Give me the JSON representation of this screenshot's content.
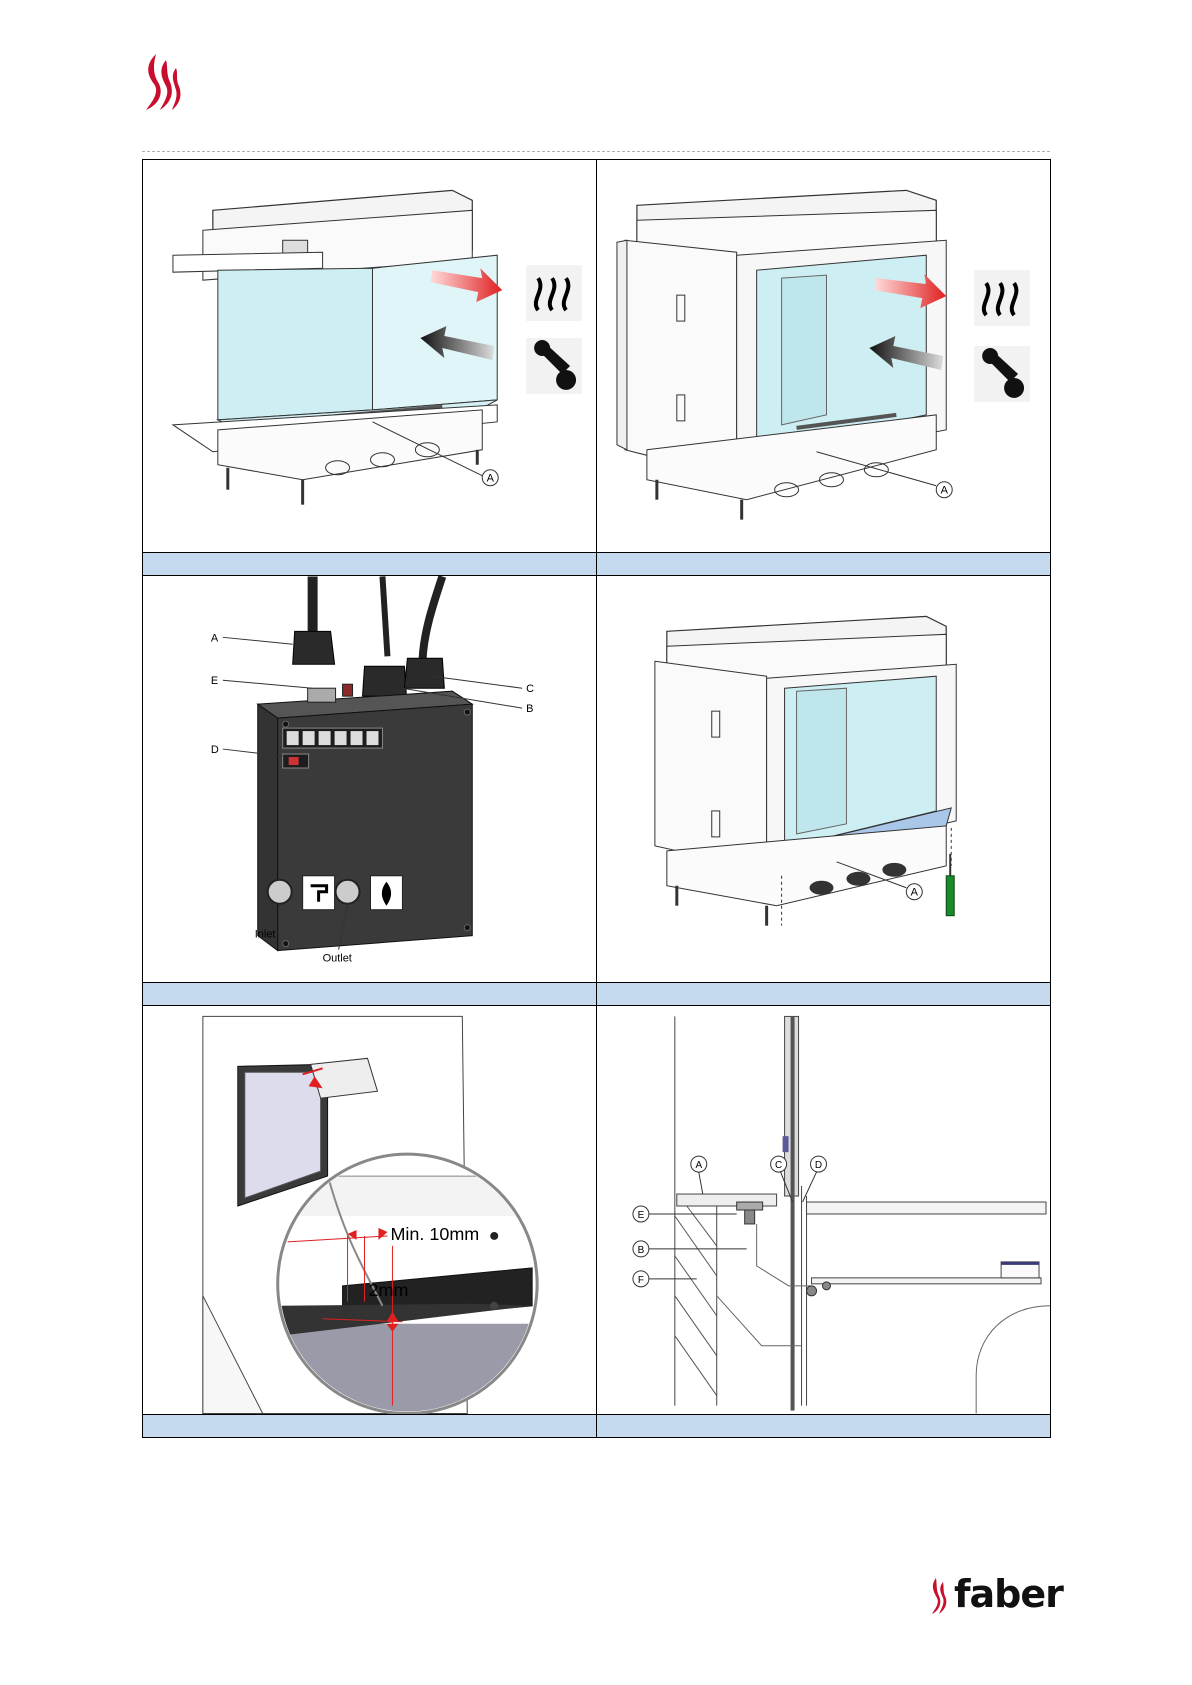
{
  "brand": {
    "name": "faber",
    "accent_color": "#c8102e"
  },
  "figures": {
    "fig1": {
      "label_a": "A",
      "icons": [
        "heat-waves-icon",
        "wrench-icon"
      ]
    },
    "fig2": {
      "label_a": "A",
      "icons": [
        "heat-waves-icon",
        "wrench-icon"
      ]
    },
    "fig3": {
      "label_a": "A",
      "label_b": "B",
      "label_c": "C",
      "label_d": "D",
      "label_e": "E",
      "inlet": "Inlet",
      "outlet": "Outlet"
    },
    "fig4": {
      "label_a": "A"
    },
    "fig5": {
      "min_text": "Min. 10mm",
      "gap_text": "2mm"
    },
    "fig6": {
      "label_a": "A",
      "label_b": "B",
      "label_c": "C",
      "label_d": "D",
      "label_e": "E",
      "label_f": "F"
    }
  },
  "captions": [
    "",
    "",
    "",
    "",
    "",
    ""
  ],
  "colors": {
    "caption_bg": "#c5d9ef",
    "glass": "#cdeef2",
    "arrow_hot": "#e02020",
    "arrow_cold": "#222222",
    "dimension_red": "#e02020"
  }
}
